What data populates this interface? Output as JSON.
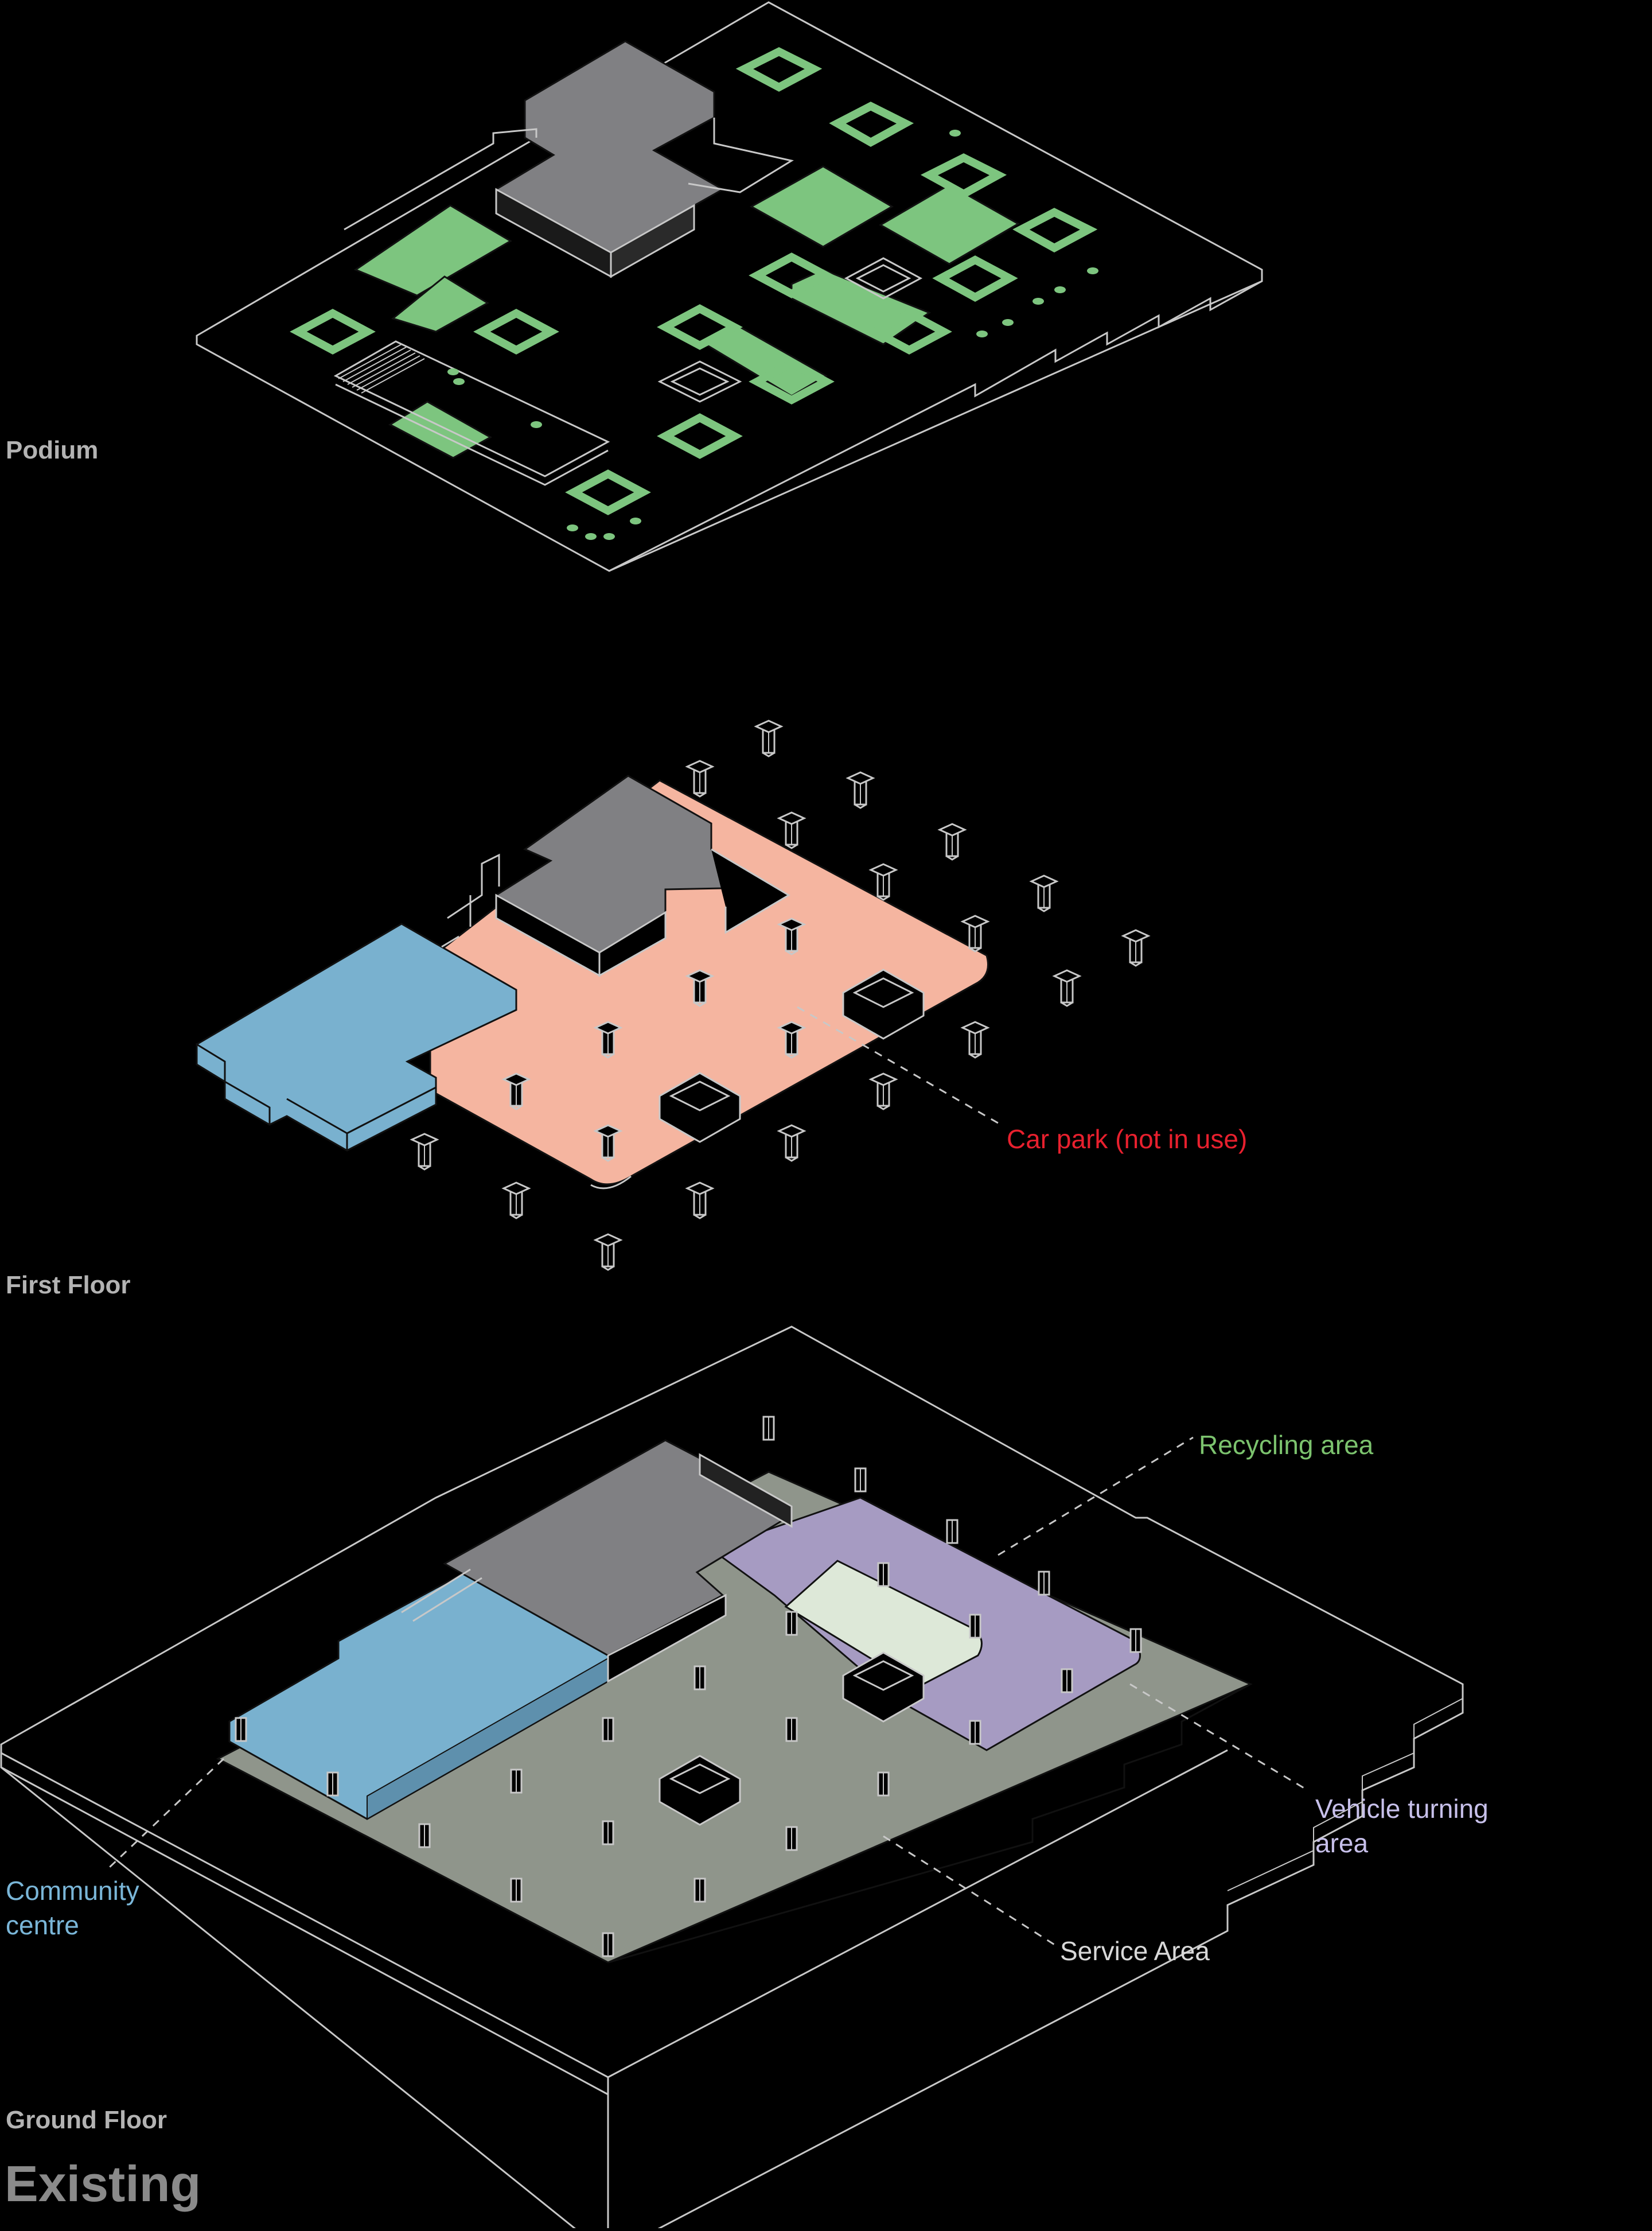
{
  "labels": {
    "podium": "Podium",
    "first_floor": "First Floor",
    "ground_floor": "Ground Floor",
    "title": "Existing"
  },
  "annotations": {
    "car_park": "Car park (not in use)",
    "recycling": "Recycling area",
    "vehicle_turning": "Vehicle turning\narea",
    "community": "Community\ncentre",
    "service": "Service Area"
  },
  "colors": {
    "background": "#000000",
    "outline": "#c8c8c8",
    "building_grey": "#808083",
    "planting_green": "#7dc57f",
    "car_park_pink": "#f5b5a0",
    "community_blue": "#79b1cf",
    "service_grey": "#8f958b",
    "turning_purple": "#a69bc2",
    "recycling_pale": "#dde8d8",
    "car_park_text": "#e8202e",
    "recycling_text": "#7cc36e",
    "turning_text": "#c7c0ea",
    "community_text": "#7ab6d8",
    "service_text": "#d8d8d8"
  }
}
